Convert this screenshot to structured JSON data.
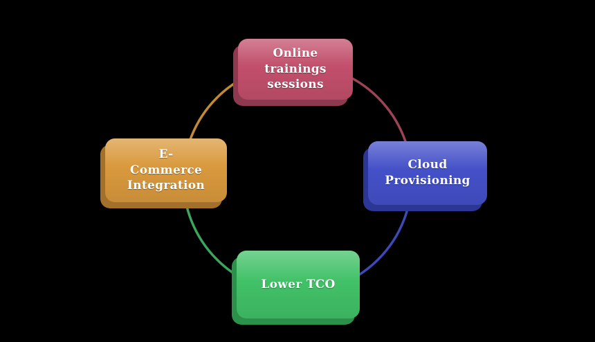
{
  "background_color": "#000000",
  "text_color": "#ffffff",
  "nodes": [
    {
      "id": "online-trainings-sessions",
      "label": "Online\ntrainings\nsessions",
      "fill": "#c24f6b",
      "shadow": "#8d3950",
      "position": "top"
    },
    {
      "id": "cloud-provisioning",
      "label": "Cloud\nProvisioning",
      "fill": "#4450c8",
      "shadow": "#2c3795",
      "position": "right"
    },
    {
      "id": "lower-tco",
      "label": "Lower TCO",
      "fill": "#41c167",
      "shadow": "#2b9049",
      "position": "bottom"
    },
    {
      "id": "e-commerce-integration",
      "label": "E-\nCommerce\nIntegration",
      "fill": "#d9993d",
      "shadow": "#a3702b",
      "position": "left"
    }
  ],
  "arcs": [
    {
      "from": "top",
      "to": "right",
      "color": "#9e4356"
    },
    {
      "from": "right",
      "to": "bottom",
      "color": "#3d49b5"
    },
    {
      "from": "bottom",
      "to": "left",
      "color": "#3aa85c"
    },
    {
      "from": "left",
      "to": "top",
      "color": "#c08a36"
    }
  ]
}
